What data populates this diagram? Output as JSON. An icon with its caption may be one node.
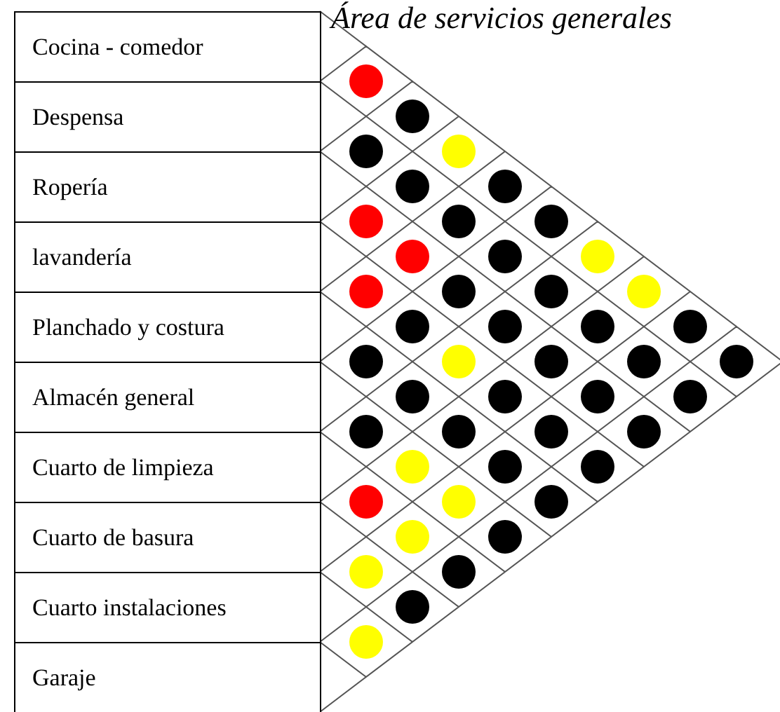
{
  "diagram": {
    "title": "Área de servicios generales",
    "nodes": [
      {
        "text": [
          "Cocina - comedor"
        ]
      },
      {
        "text": [
          "Despensa"
        ]
      },
      {
        "text": [
          "Ropería"
        ]
      },
      {
        "text": [
          "lavandería"
        ]
      },
      {
        "text": [
          "Planchado y costura"
        ]
      },
      {
        "text": [
          "Almacén general"
        ]
      },
      {
        "text": [
          "Cuarto de limpieza"
        ]
      },
      {
        "text": [
          "Cuarto de basura"
        ]
      },
      {
        "text": [
          "Cuarto instalaciones"
        ]
      },
      {
        "text": [
          "Garaje"
        ]
      }
    ]
  }
}
